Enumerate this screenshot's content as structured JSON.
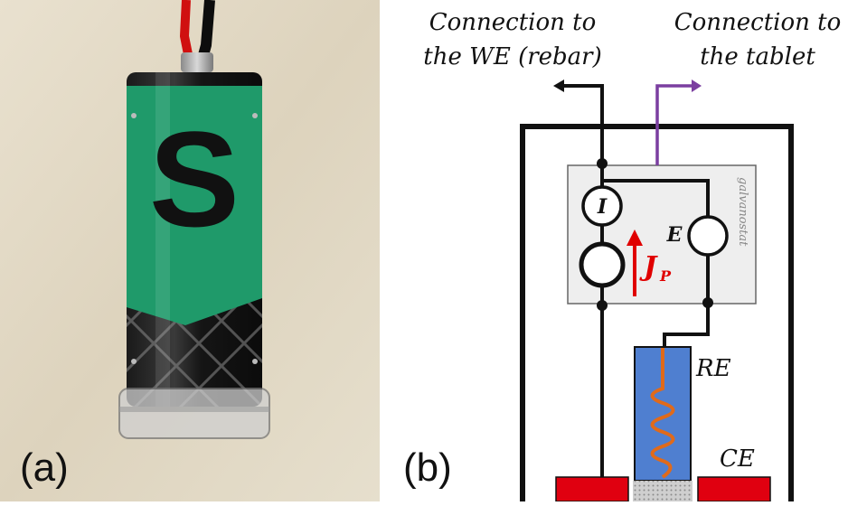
{
  "panel_a": {
    "label": "(a)",
    "device_logo_letter": "S"
  },
  "panel_b": {
    "label": "(b)",
    "connection_we_line1": "Connection to",
    "connection_we_line2": "the WE (rebar)",
    "connection_tablet_line1": "Connection to",
    "connection_tablet_line2": "the tablet",
    "galvanostat_label": "galvanostat",
    "current_meter_label": "I",
    "voltmeter_label": "E",
    "current_density_label": "J",
    "current_density_subscript": "P",
    "reference_electrode_label": "RE",
    "counter_electrode_label": "CE"
  },
  "colors": {
    "wire": "#111111",
    "tablet_wire": "#7b3fa0",
    "current_arrow": "#e00000",
    "counter_electrode": "#e00010",
    "reference_electrode_body": "#4f7fd0",
    "reference_coil": "#e06a1a",
    "galvanostat_box": "#eeeeee",
    "device_green": "#1f9a6a"
  }
}
